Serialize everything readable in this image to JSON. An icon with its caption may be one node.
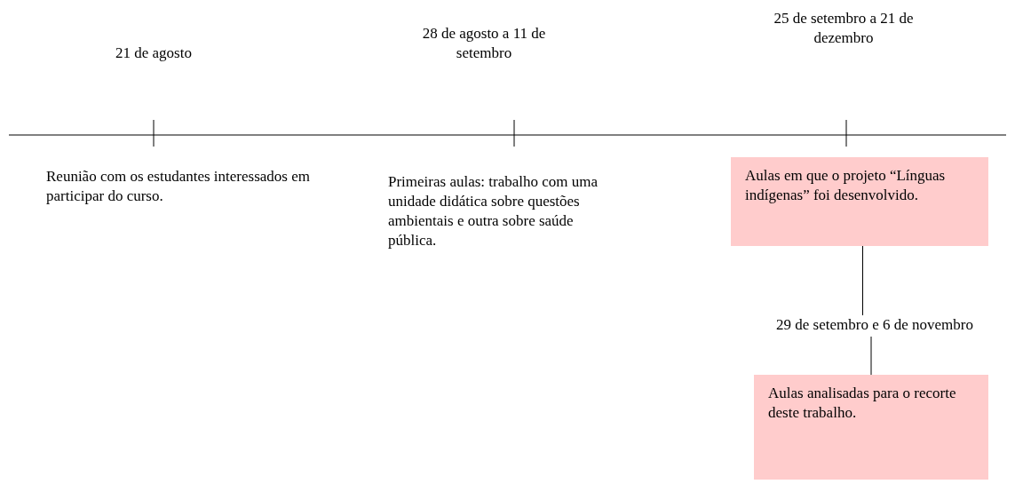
{
  "diagram": {
    "nodes": [
      {
        "text": [
          "Reunião com os estudantes interessados em participar do curso."
        ]
      },
      {
        "text": [
          "Primeiras aulas: trabalho com uma unidade didática sobre questões ambientais e outra sobre saúde pública."
        ]
      },
      {
        "text": [
          "Aulas em que o projeto “Línguas indígenas” foi desenvolvido."
        ]
      },
      {
        "text": [
          "29 de setembro e 6 de novembro"
        ]
      },
      {
        "text": [
          "Aulas analisadas para o recorte deste trabalho."
        ]
      }
    ],
    "edges": [
      {
        "from": 2,
        "to": 3,
        "arrow": "none"
      },
      {
        "from": 3,
        "to": 4,
        "arrow": "none"
      }
    ],
    "labels": [
      "21 de agosto",
      "28 de agosto a 11 de setembro",
      "25 de setembro a 21 de dezembro"
    ]
  }
}
